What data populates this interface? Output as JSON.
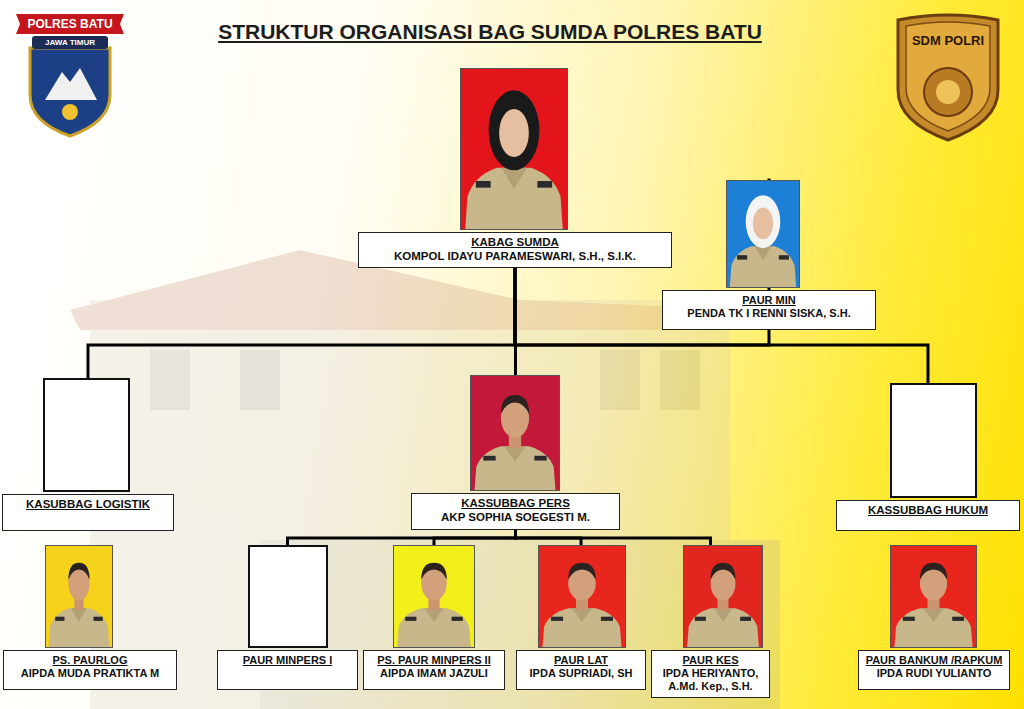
{
  "diagram": {
    "title": "STRUKTUR ORGANISASI BAG SUMDA POLRES BATU",
    "nodes": [
      {
        "text": [
          "KABAG SUMDA",
          "KOMPOL IDAYU PARAMESWARI, S.H., S.I.K."
        ]
      },
      {
        "text": [
          "PAUR MIN",
          "PENDA TK I RENNI SISKA, S.H."
        ]
      },
      {
        "text": [
          "KASUBBAG LOGISTIK"
        ]
      },
      {
        "text": [
          "KASSUBBAG PERS",
          "AKP SOPHIA SOEGESTI M."
        ]
      },
      {
        "text": [
          "KASSUBBAG HUKUM"
        ]
      },
      {
        "text": [
          "PS. PAURLOG",
          "AIPDA MUDA PRATIKTA M"
        ]
      },
      {
        "text": [
          "PAUR MINPERS I"
        ]
      },
      {
        "text": [
          "PS. PAUR MINPERS II",
          "AIPDA IMAM JAZULI"
        ]
      },
      {
        "text": [
          "PAUR LAT",
          "IPDA SUPRIADI, SH"
        ]
      },
      {
        "text": [
          "PAUR KES",
          "IPDA HERIYANTO, A.Md. Kep., S.H."
        ]
      },
      {
        "text": [
          "PAUR BANKUM /RAPKUM",
          "IPDA RUDI YULIANTO"
        ]
      }
    ],
    "edges": [
      {
        "from": 0,
        "to": 1,
        "arrow": "none"
      },
      {
        "from": 0,
        "to": 2,
        "arrow": "none"
      },
      {
        "from": 0,
        "to": 3,
        "arrow": "none"
      },
      {
        "from": 0,
        "to": 4,
        "arrow": "none"
      },
      {
        "from": 3,
        "to": 6,
        "arrow": "none"
      },
      {
        "from": 3,
        "to": 7,
        "arrow": "none"
      },
      {
        "from": 3,
        "to": 8,
        "arrow": "none"
      },
      {
        "from": 3,
        "to": 9,
        "arrow": "none"
      }
    ],
    "labels": [
      "POLRES BATU",
      "JAWA TIMUR",
      "SDM POLRI"
    ]
  }
}
